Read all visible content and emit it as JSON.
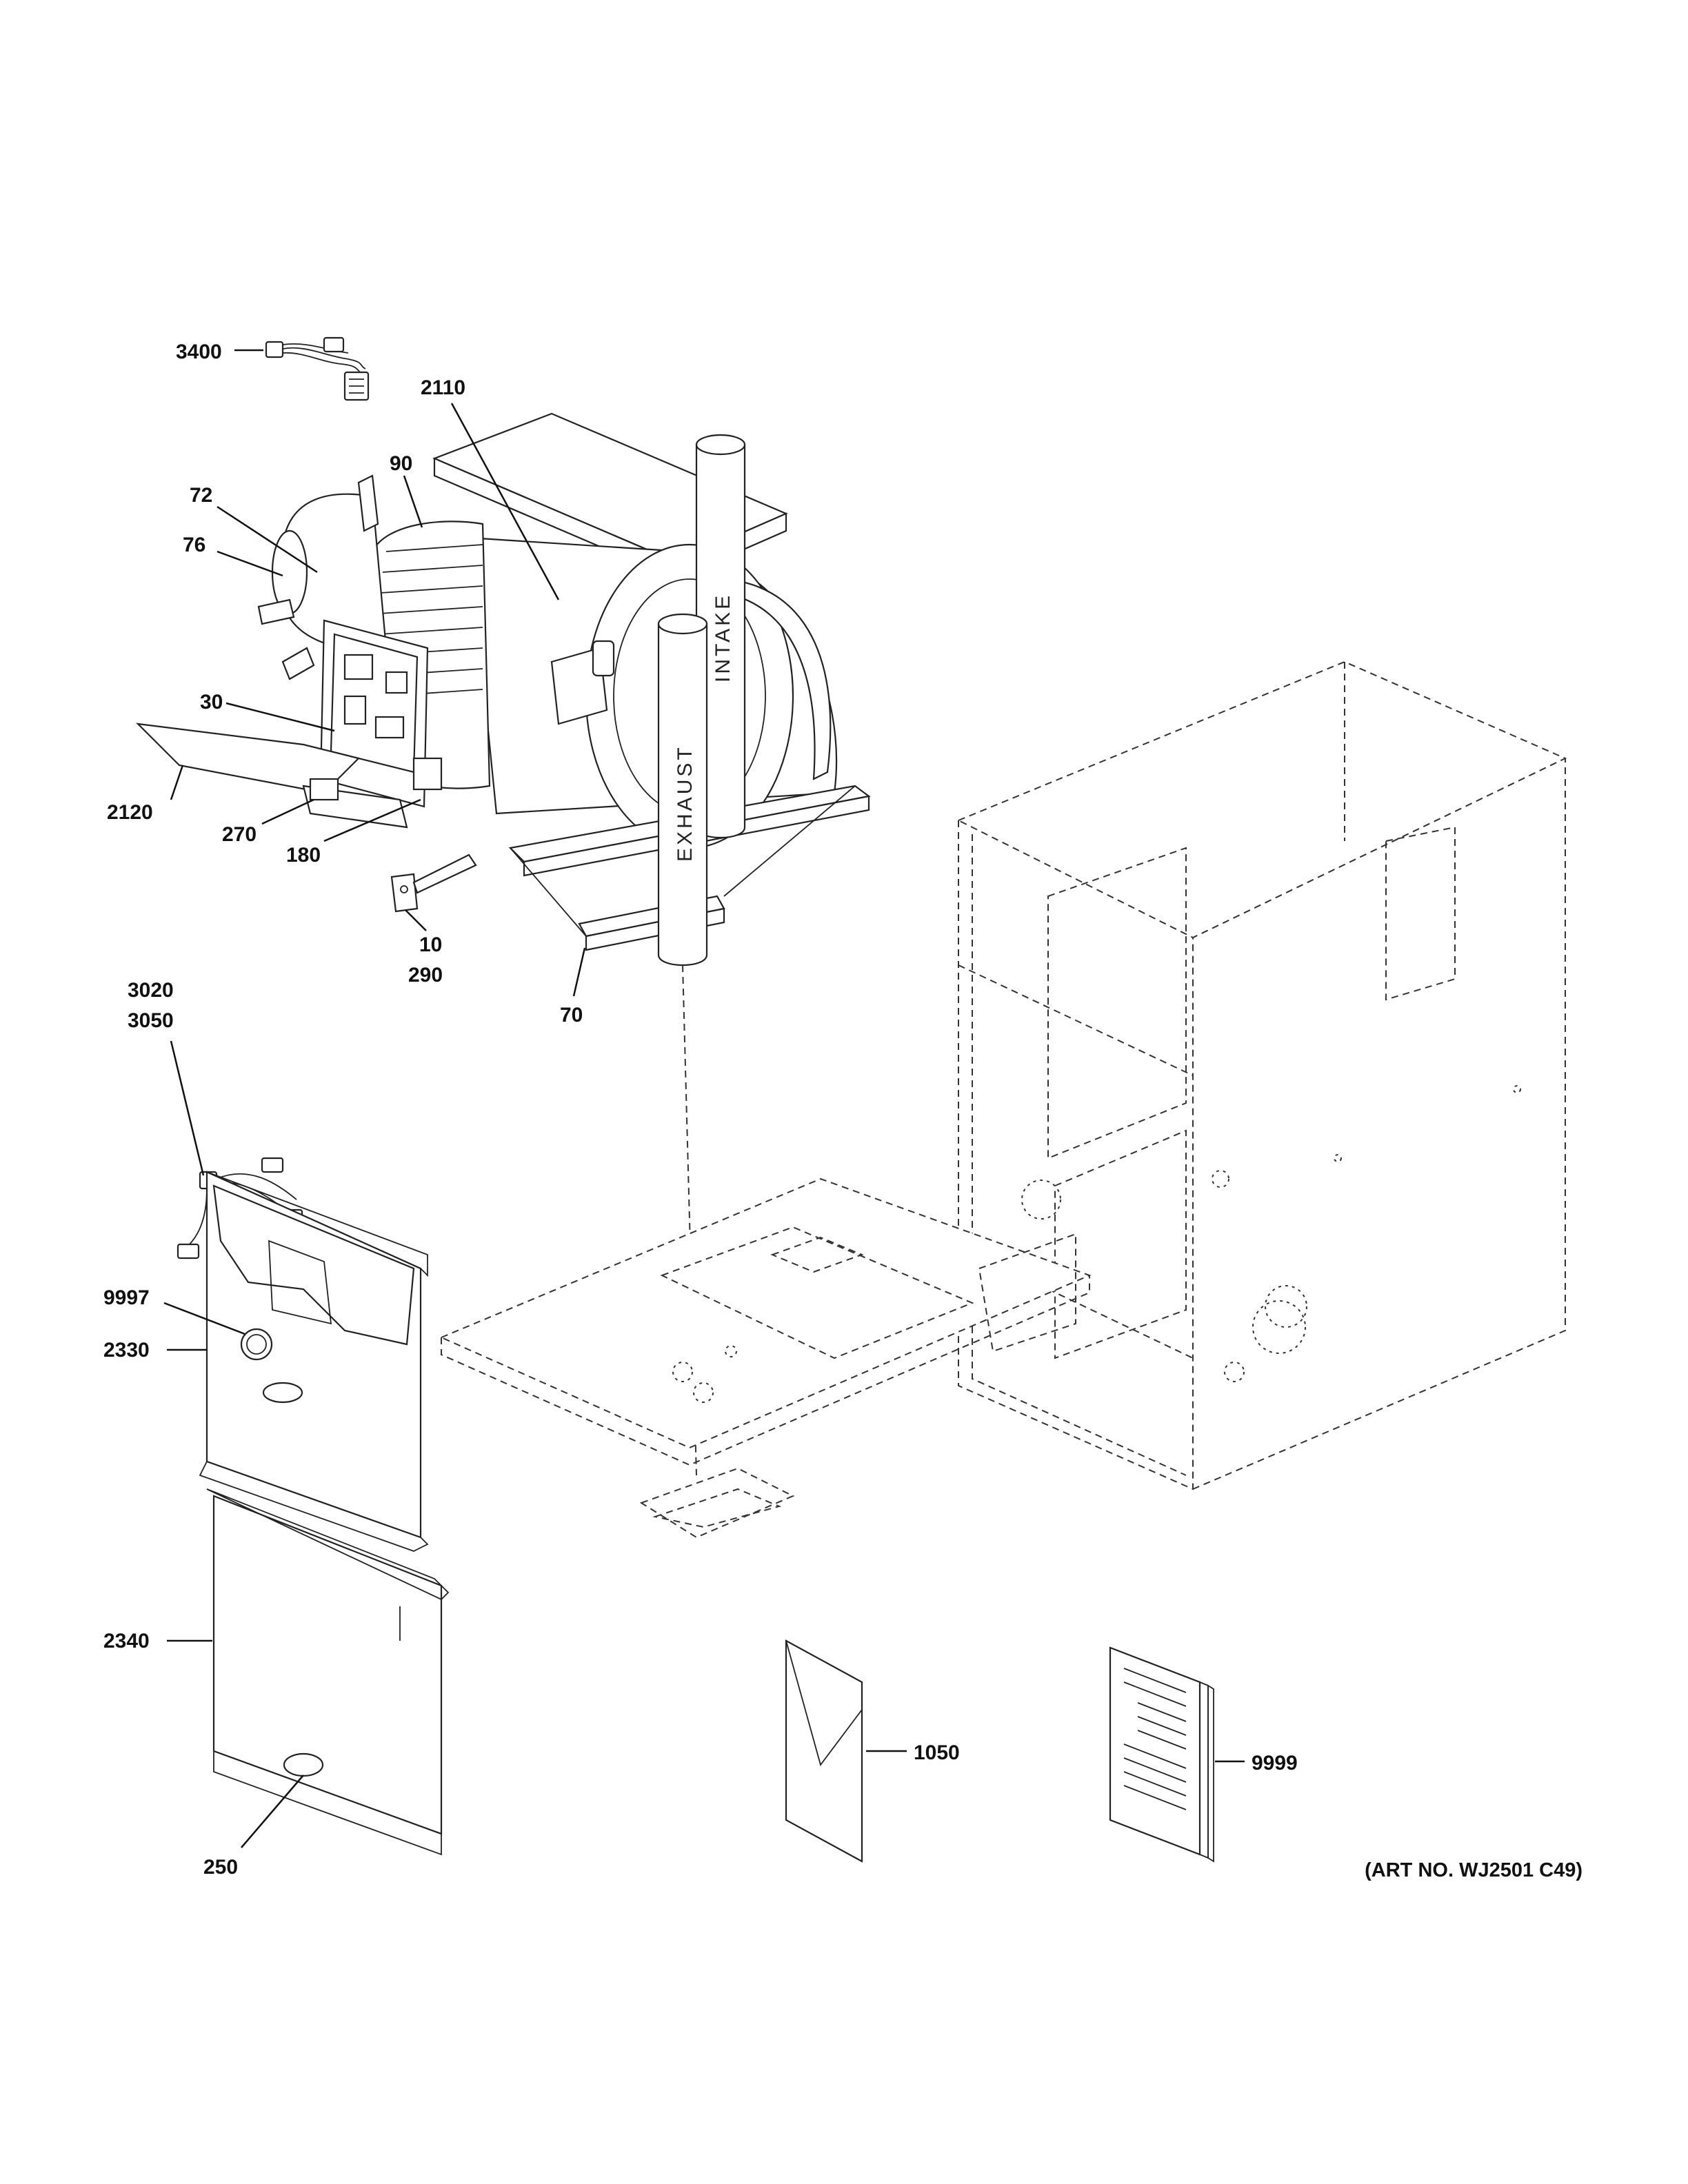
{
  "diagram": {
    "callouts": {
      "p3400": "3400",
      "p2110": "2110",
      "p90": "90",
      "p72": "72",
      "p76": "76",
      "p30": "30",
      "p2120": "2120",
      "p270": "270",
      "p180": "180",
      "p10": "10",
      "p290": "290",
      "p70": "70",
      "p3020": "3020",
      "p3050": "3050",
      "p9997": "9997",
      "p2330": "2330",
      "p2340": "2340",
      "p250": "250",
      "p1050": "1050",
      "p9999": "9999"
    },
    "pipe_labels": {
      "intake": "INTAKE",
      "exhaust": "EXHAUST"
    },
    "art_number": "(ART NO. WJ2501 C49)"
  }
}
